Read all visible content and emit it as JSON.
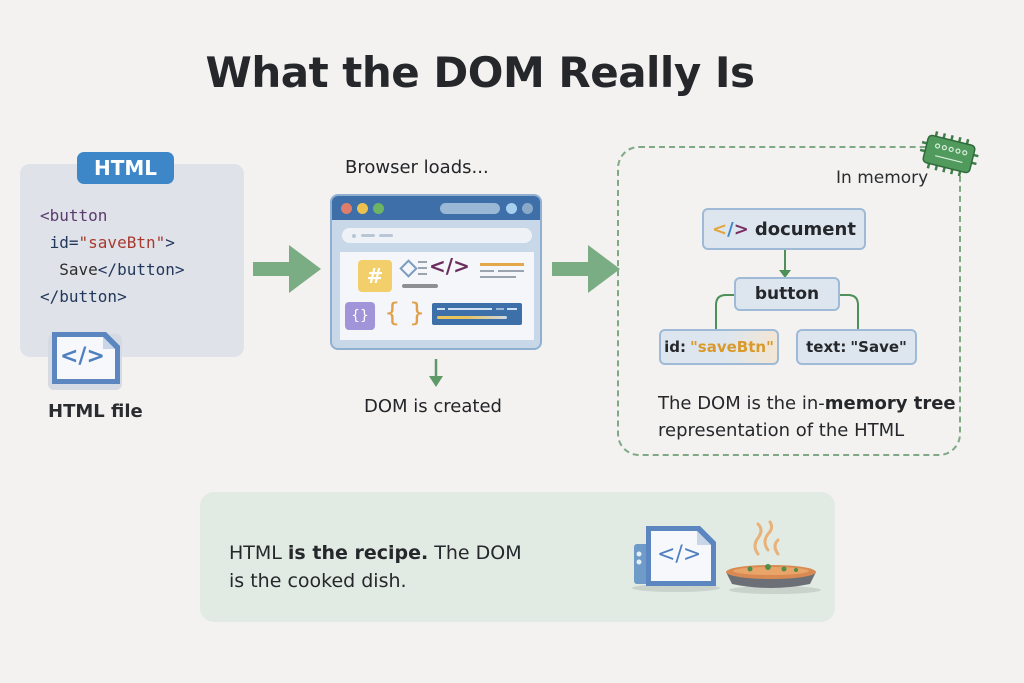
{
  "title": "What the DOM Really Is",
  "html_panel": {
    "badge": "HTML",
    "code_lines": [
      {
        "parts": [
          {
            "t": "<button",
            "c": "tag"
          }
        ]
      },
      {
        "parts": [
          {
            "t": " id=",
            "c": "attr"
          },
          {
            "t": "\"saveBtn\"",
            "c": "str"
          },
          {
            "t": ">",
            "c": "attr"
          }
        ]
      },
      {
        "parts": [
          {
            "t": "  Save",
            "c": "txt"
          },
          {
            "t": "</button>",
            "c": "attr"
          }
        ]
      },
      {
        "parts": [
          {
            "t": "</button>",
            "c": "attr"
          }
        ]
      }
    ],
    "file_icon_glyph": "</>",
    "file_label": "HTML file"
  },
  "browser_panel": {
    "label": "Browser loads...",
    "hash_glyph": "#",
    "braces_small": "{}",
    "braces_large": "{ }",
    "code_glyph": "</>",
    "caption": "DOM is created"
  },
  "memory_panel": {
    "label": "In memory",
    "tree": {
      "root": {
        "glyph": "</>",
        "label": "document"
      },
      "child": {
        "label": "button"
      },
      "leaves": [
        {
          "key": "id: ",
          "value": "\"saveBtn\""
        },
        {
          "key": "text: ",
          "value": "\"Save\""
        }
      ]
    },
    "caption_line1_normal": "The DOM is the in-",
    "caption_line1_bold": "memory tree",
    "caption_line2": "representation of the HTML"
  },
  "analogy": {
    "part1": "HTML ",
    "part2_bold": "is the recipe.",
    "part3": " The DOM",
    "line2": "is the cooked dish.",
    "icon_glyph": "</>"
  },
  "colors": {
    "accent_blue": "#3d87c8",
    "arrow_green": "#78ad82",
    "tree_green": "#4f8f5a",
    "string_orange": "#d99a2b"
  }
}
